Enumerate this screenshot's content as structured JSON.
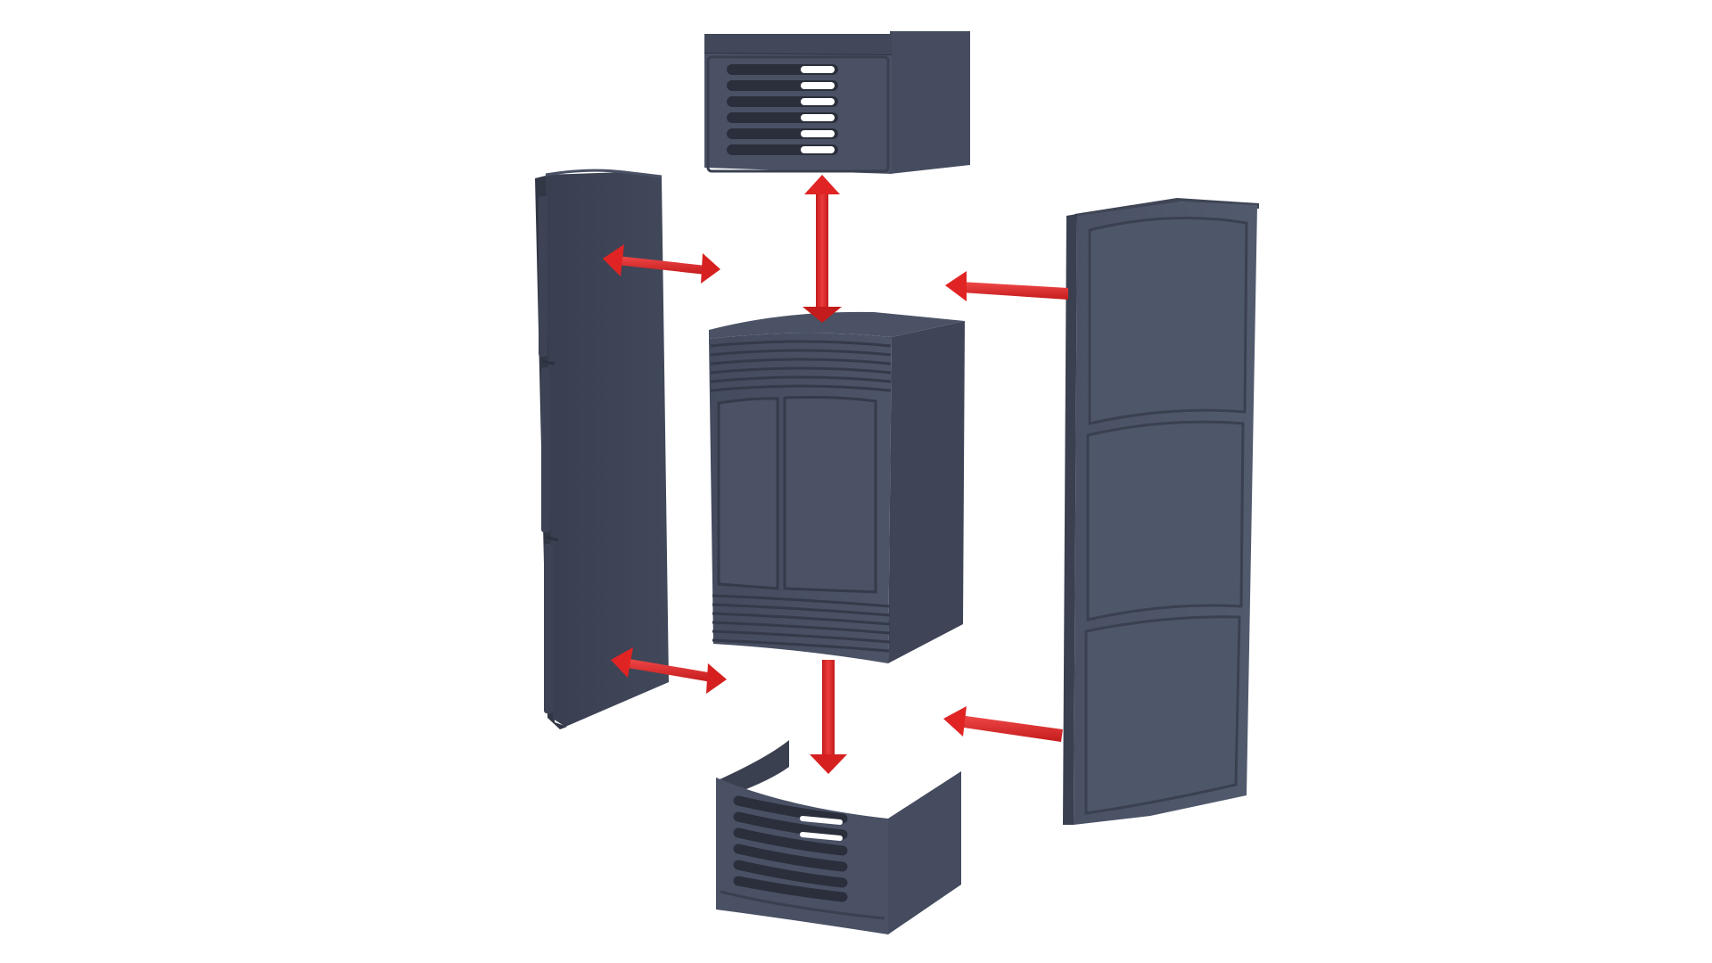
{
  "diagram": {
    "type": "exploded-view",
    "components": [
      {
        "id": "top-vent-cover",
        "name": "top-vent-cover"
      },
      {
        "id": "left-side-panel",
        "name": "left-side-panel"
      },
      {
        "id": "central-body",
        "name": "central-body"
      },
      {
        "id": "right-side-panel",
        "name": "right-side-panel"
      },
      {
        "id": "bottom-vent-cover",
        "name": "bottom-vent-cover"
      }
    ],
    "arrow_count": 6,
    "colors": {
      "background": "#ffffff",
      "panel_dark": "#3b4152",
      "panel_mid": "#464d60",
      "panel_light": "#4f576b",
      "panel_edge": "#323746",
      "vent_slot": "#2a2e3b",
      "arrow": "#e02424",
      "arrow_dark": "#b81818"
    }
  }
}
